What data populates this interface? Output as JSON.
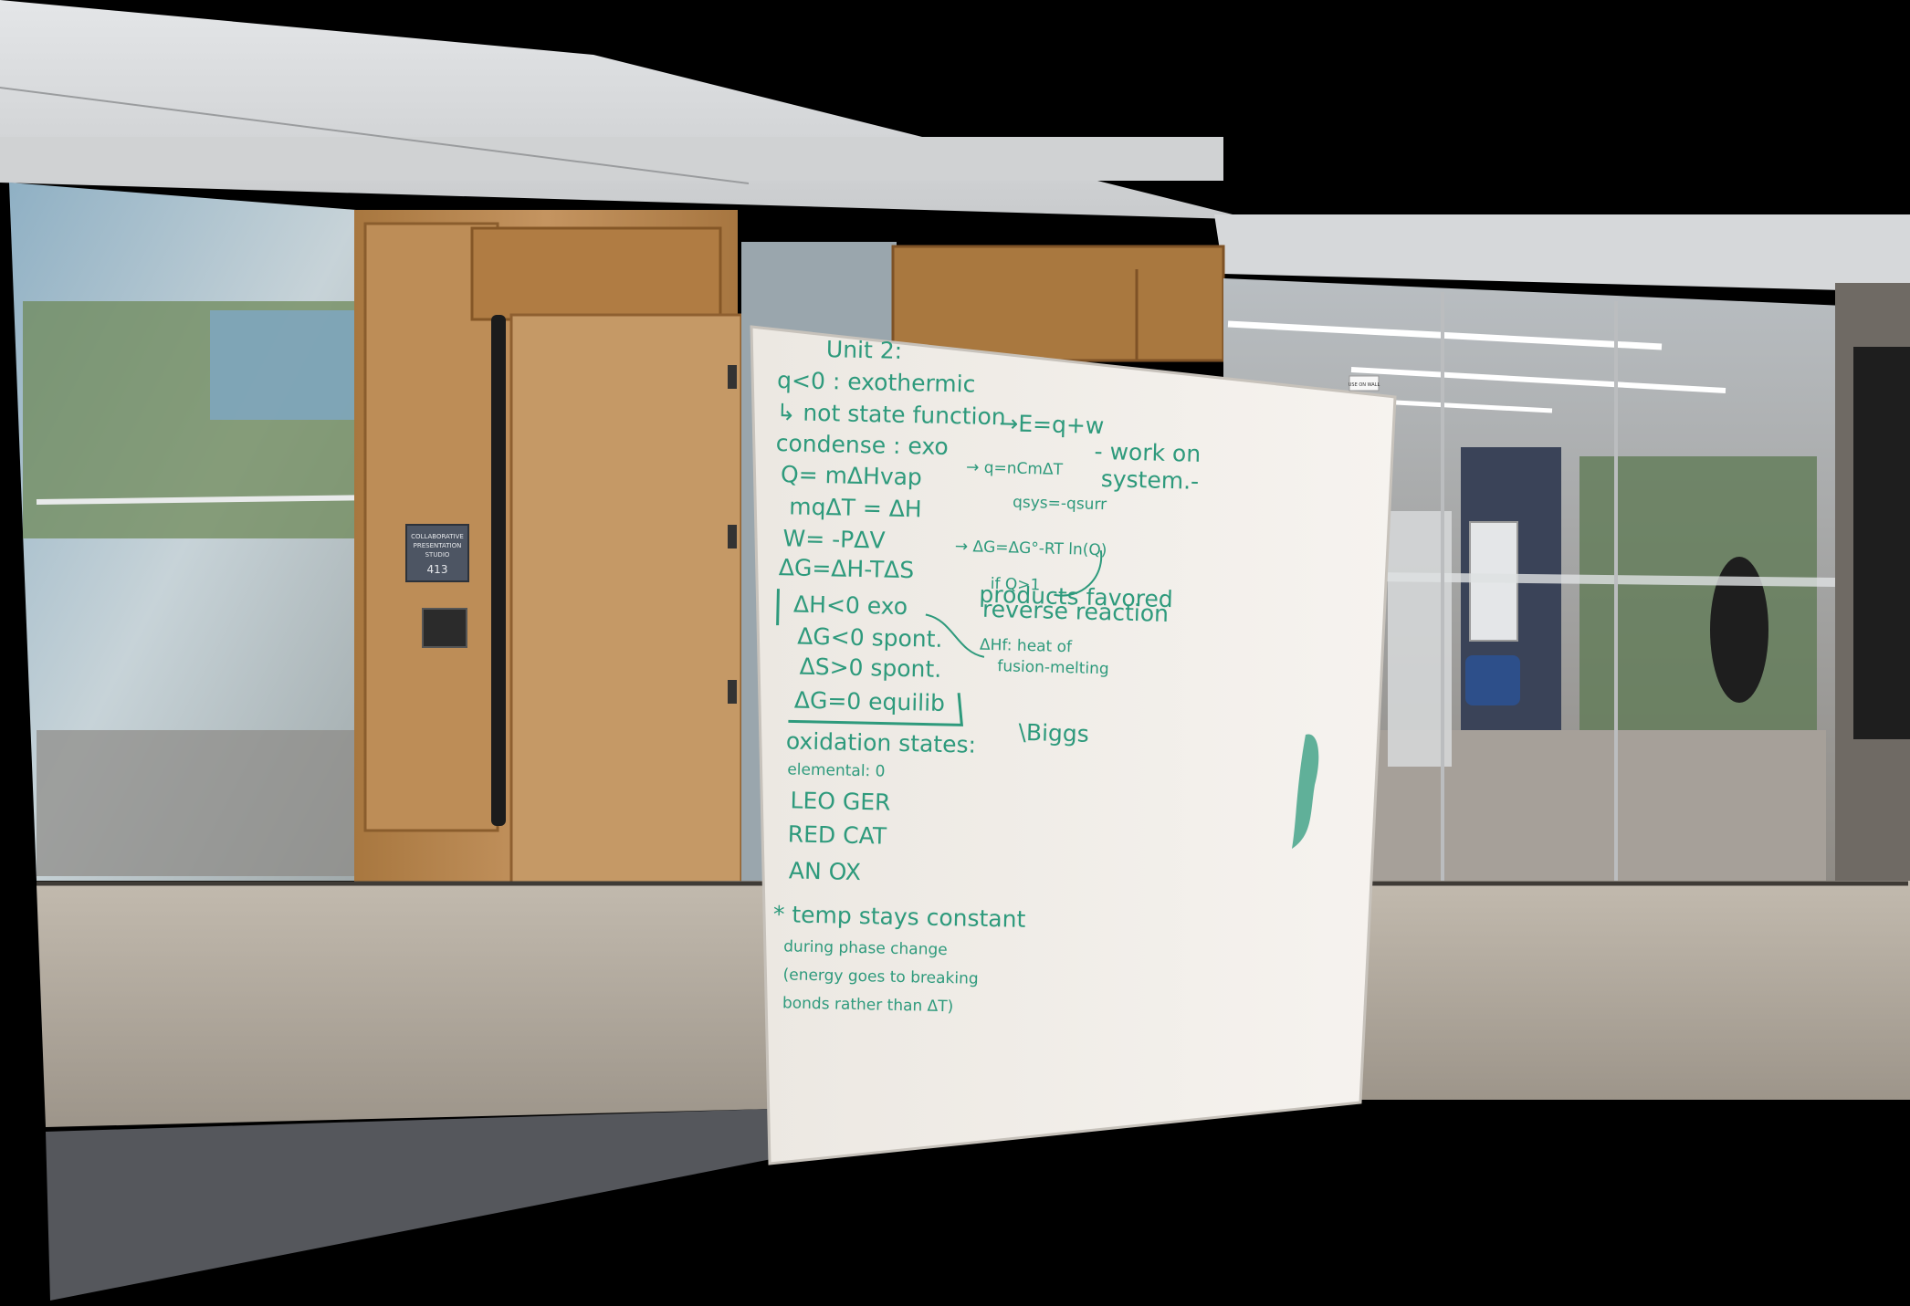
{
  "scene": {
    "description_colors": {
      "marker": "#2e9a7c",
      "wood": "#b98a55",
      "whiteboard": "#f1eeea",
      "floor": "#b4ab9e",
      "carpet": "#55575c"
    }
  },
  "sign": {
    "lines": [
      "COLLABORATIVE",
      "PRESENTATION",
      "STUDIO",
      "413"
    ]
  },
  "whiteboard": {
    "left_column": [
      "Unit 2:",
      "q<0 : exothermic",
      "↳ not state function",
      "condense : exo",
      "Q= mΔHvap",
      "mqΔT = ΔH",
      "W= -PΔV",
      "ΔG=ΔH-TΔS",
      "ΔH<0 exo",
      "ΔG<0 spont.",
      "ΔS>0 spont.",
      "ΔG=0 equilib",
      "oxidation states:",
      "elemental: 0",
      "LEO GER",
      "RED CAT",
      "AN OX",
      "* temp stays constant",
      "during phase change",
      "(energy goes to breaking",
      "bonds rather than ΔT)"
    ],
    "right_column": [
      "→E=q+w",
      "→ q=nCmΔT",
      "- work on",
      "system.-",
      "qsys=-qsurr",
      "→ ΔG=ΔG°-RT ln(Q)",
      "if Q>1",
      "products favored",
      "reverse reaction",
      "ΔHf: heat of",
      "fusion-melting",
      "\\Biggs"
    ],
    "tag": "USE ON WALL"
  }
}
